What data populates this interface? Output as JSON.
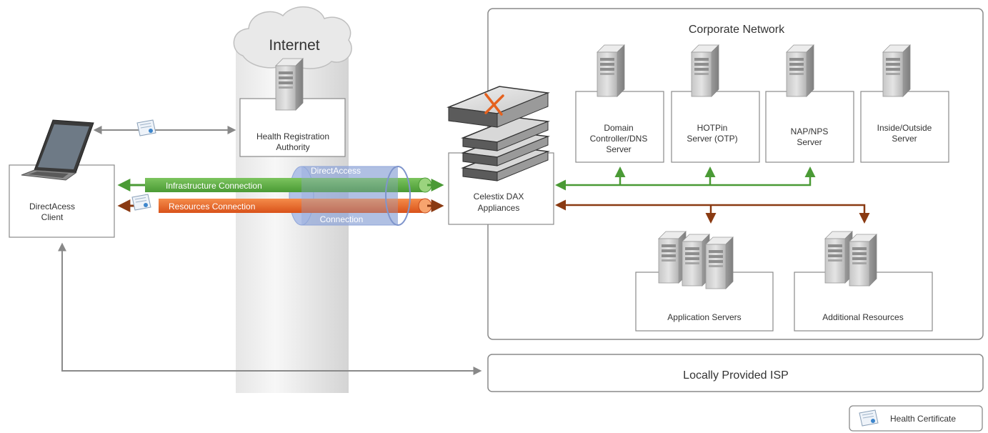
{
  "internet": {
    "label": "Internet"
  },
  "corporate": {
    "title": "Corporate Network"
  },
  "client": {
    "line1": "DirectAcess",
    "line2": "Client"
  },
  "hra": {
    "line1": "Health Registration",
    "line2": "Authority"
  },
  "dax": {
    "line1": "Celestix DAX",
    "line2": "Appliances"
  },
  "servers": {
    "dc": {
      "line1": "Domain",
      "line2": "Controller/DNS",
      "line3": "Server"
    },
    "hotp": {
      "line1": "HOTPin",
      "line2": "Server (OTP)"
    },
    "nap": {
      "line1": "NAP/NPS",
      "line2": "Server"
    },
    "io": {
      "line1": "Inside/Outside",
      "line2": "Server"
    }
  },
  "groups": {
    "app": "Application Servers",
    "res": "Additional Resources"
  },
  "tunnel": {
    "top": "DirectAccess",
    "bottom": "Connection",
    "infra": "Infrastructure Connection",
    "resources": "Resources Connection"
  },
  "isp": {
    "label": "Locally Provided ISP"
  },
  "legend": {
    "label": "Health Certificate"
  },
  "colors": {
    "green": "#4a9a35",
    "orange": "#e5611e",
    "brown": "#8a3a12",
    "tunnel": "#8fa5d8",
    "gray": "#8a8a8a"
  }
}
